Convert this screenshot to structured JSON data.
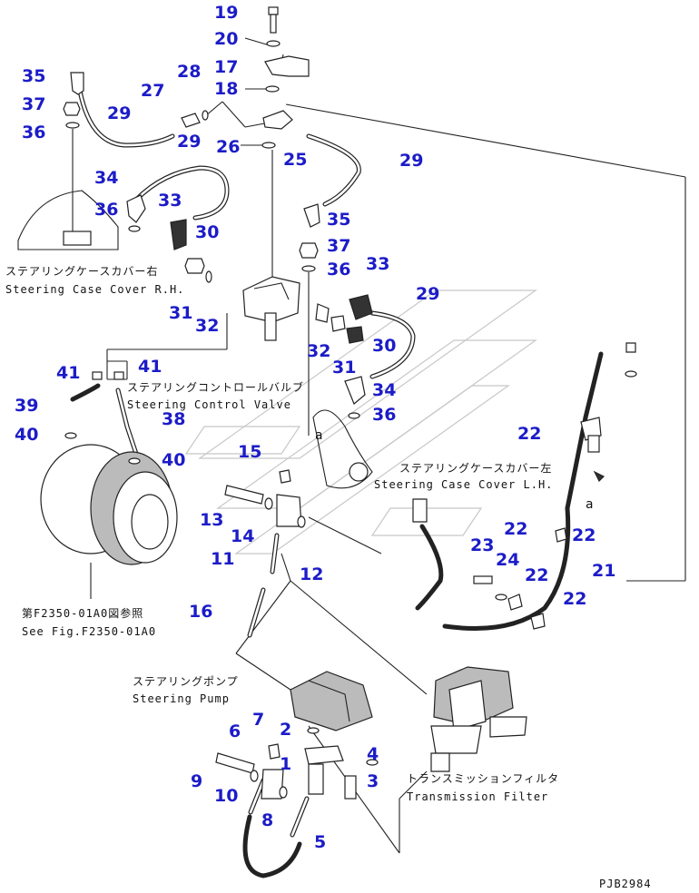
{
  "callouts": [
    {
      "id": "c19",
      "text": "19"
    },
    {
      "id": "c20",
      "text": "20"
    },
    {
      "id": "c17",
      "text": "17"
    },
    {
      "id": "c18",
      "text": "18"
    },
    {
      "id": "c28",
      "text": "28"
    },
    {
      "id": "c27",
      "text": "27"
    },
    {
      "id": "c35a",
      "text": "35"
    },
    {
      "id": "c37a",
      "text": "37"
    },
    {
      "id": "c36a",
      "text": "36"
    },
    {
      "id": "c29a",
      "text": "29"
    },
    {
      "id": "c29b",
      "text": "29"
    },
    {
      "id": "c26",
      "text": "26"
    },
    {
      "id": "c25",
      "text": "25"
    },
    {
      "id": "c29c",
      "text": "29"
    },
    {
      "id": "c34a",
      "text": "34"
    },
    {
      "id": "c33a",
      "text": "33"
    },
    {
      "id": "c36b",
      "text": "36"
    },
    {
      "id": "c30a",
      "text": "30"
    },
    {
      "id": "c35b",
      "text": "35"
    },
    {
      "id": "c37b",
      "text": "37"
    },
    {
      "id": "c36c",
      "text": "36"
    },
    {
      "id": "c33b",
      "text": "33"
    },
    {
      "id": "c29d",
      "text": "29"
    },
    {
      "id": "c31a",
      "text": "31"
    },
    {
      "id": "c32a",
      "text": "32"
    },
    {
      "id": "c32b",
      "text": "32"
    },
    {
      "id": "c31b",
      "text": "31"
    },
    {
      "id": "c30b",
      "text": "30"
    },
    {
      "id": "c34b",
      "text": "34"
    },
    {
      "id": "c36d",
      "text": "36"
    },
    {
      "id": "c41a",
      "text": "41"
    },
    {
      "id": "c41b",
      "text": "41"
    },
    {
      "id": "c39",
      "text": "39"
    },
    {
      "id": "c38",
      "text": "38"
    },
    {
      "id": "c40a",
      "text": "40"
    },
    {
      "id": "c40b",
      "text": "40"
    },
    {
      "id": "c15",
      "text": "15"
    },
    {
      "id": "c13",
      "text": "13"
    },
    {
      "id": "c14",
      "text": "14"
    },
    {
      "id": "c11",
      "text": "11"
    },
    {
      "id": "c12",
      "text": "12"
    },
    {
      "id": "c16",
      "text": "16"
    },
    {
      "id": "c22a",
      "text": "22"
    },
    {
      "id": "c22b",
      "text": "22"
    },
    {
      "id": "c22c",
      "text": "22"
    },
    {
      "id": "c23",
      "text": "23"
    },
    {
      "id": "c24",
      "text": "24"
    },
    {
      "id": "c22d",
      "text": "22"
    },
    {
      "id": "c21",
      "text": "21"
    },
    {
      "id": "c22e",
      "text": "22"
    },
    {
      "id": "c7",
      "text": "7"
    },
    {
      "id": "c2",
      "text": "2"
    },
    {
      "id": "c6",
      "text": "6"
    },
    {
      "id": "c1",
      "text": "1"
    },
    {
      "id": "c4",
      "text": "4"
    },
    {
      "id": "c9",
      "text": "9"
    },
    {
      "id": "c3",
      "text": "3"
    },
    {
      "id": "c10",
      "text": "10"
    },
    {
      "id": "c8",
      "text": "8"
    },
    {
      "id": "c5",
      "text": "5"
    }
  ],
  "labels": {
    "case_rh_jp": "ステアリングケースカバー右",
    "case_rh_en": "Steering Case Cover R.H.",
    "valve_jp": "ステアリングコントロールバルブ",
    "valve_en": "Steering Control Valve",
    "case_lh_jp": "ステアリングケースカバー左",
    "case_lh_en": "Steering Case Cover L.H.",
    "fig_ref_jp": "第F2350-01A0図参照",
    "fig_ref_en": "See Fig.F2350-01A0",
    "pump_jp": "ステアリングポンプ",
    "pump_en": "Steering Pump",
    "filter_jp": "トランスミッションフィルタ",
    "filter_en": "Transmission Filter",
    "marker_a1": "a",
    "marker_a2": "a",
    "drawing_code": "PJB2984"
  },
  "colors": {
    "callout": "#1c1cc8",
    "line": "#222222",
    "watermark": "#c8c8c8"
  }
}
